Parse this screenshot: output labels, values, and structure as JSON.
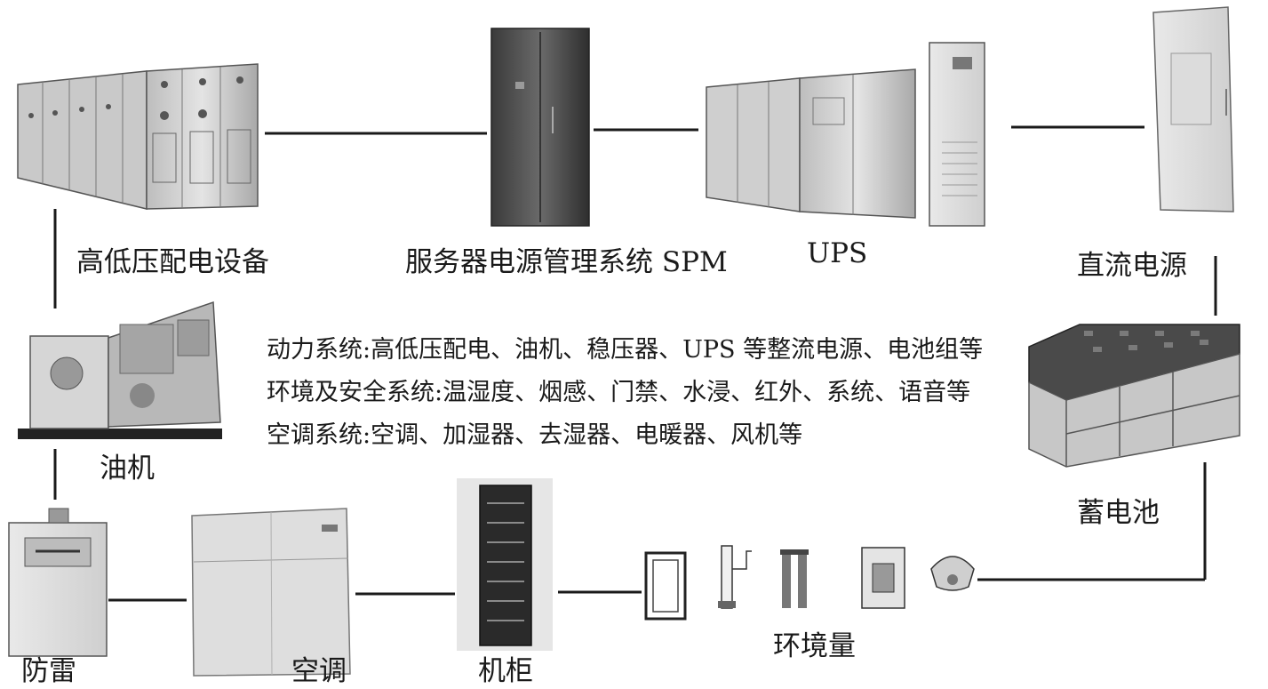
{
  "labels": {
    "hv_lv": "高低压配电设备",
    "spm": "服务器电源管理系统 SPM",
    "ups": "UPS",
    "dc": "直流电源",
    "generator": "油机",
    "battery": "蓄电池",
    "lightning": "防雷",
    "ac": "空调",
    "cabinet": "机柜",
    "env": "环境量"
  },
  "info_lines": [
    "动力系统:高低压配电、油机、稳压器、UPS 等整流电源、电池组等",
    "环境及安全系统:温湿度、烟感、门禁、水浸、红外、系统、语音等",
    "空调系统:空调、加湿器、去湿器、电暖器、风机等"
  ]
}
